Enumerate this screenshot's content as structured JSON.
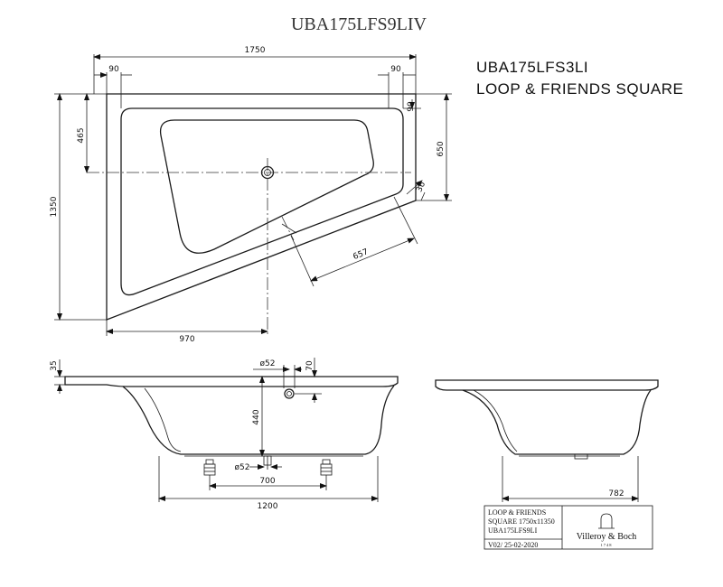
{
  "title": "UBA175LFS9LIV",
  "subtitle_code": "UBA175LFS3LI",
  "subtitle_name": "LOOP & FRIENDS SQUARE",
  "dimensions": {
    "width_top": "1750",
    "inset_left": "90",
    "inset_right": "90",
    "inset_side": "90",
    "depth_left": "1350",
    "drain_offset": "465",
    "depth_right": "650",
    "drain_diag": "36",
    "diag_length": "657",
    "bottom_width": "970",
    "rim": "35",
    "drain_dia_top": "ø52",
    "overflow_height": "70",
    "interior_depth": "440",
    "drain_dia_bottom": "ø52",
    "feet_spacing": "700",
    "base_width": "1200",
    "side_width": "782"
  },
  "title_block": {
    "line1": "LOOP & FRIENDS",
    "line2": "SQUARE 1750x11350",
    "line3": "UBA175LFS9LI",
    "version": "V02/ 25-02-2020",
    "brand": "Villeroy & Boch",
    "brand_year": "1748"
  }
}
